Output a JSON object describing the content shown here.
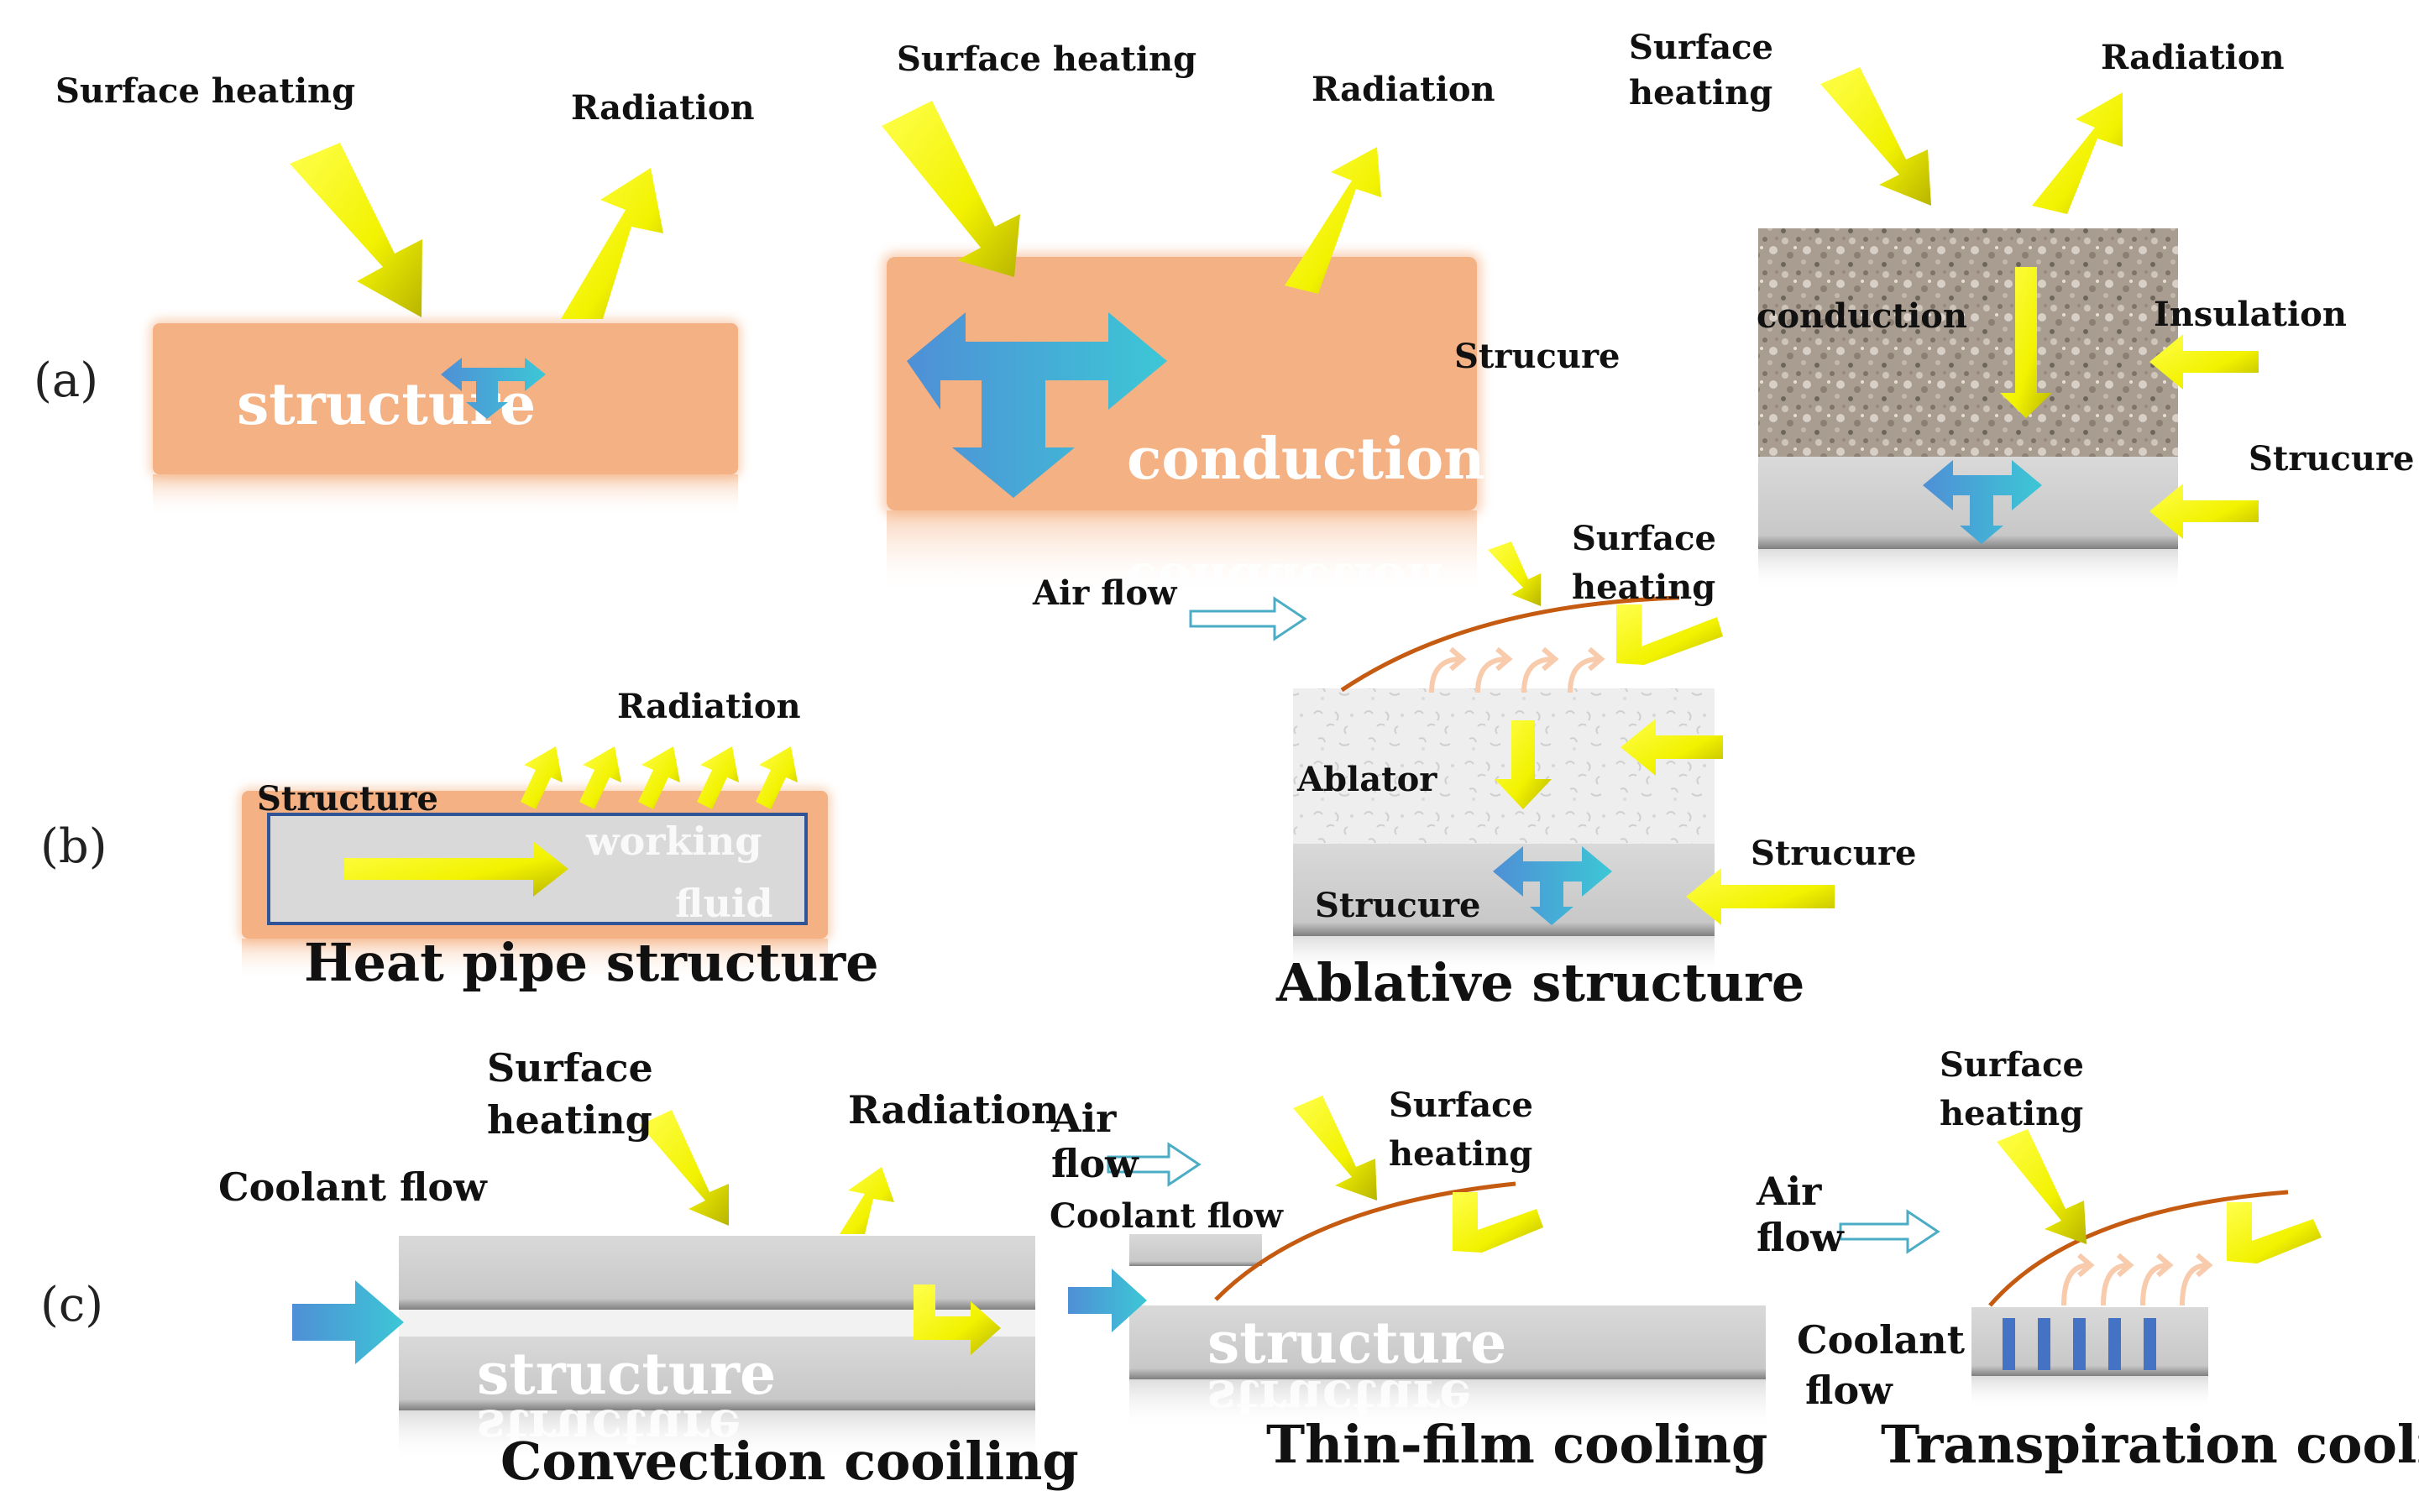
{
  "panel_labels": {
    "a": "(a)",
    "b": "(b)",
    "c": "(c)"
  },
  "a1": {
    "surface_heating": "Surface heating",
    "radiation": "Radiation",
    "structure": "structure"
  },
  "a2": {
    "surface_heating": "Surface heating",
    "radiation": "Radiation",
    "structure": "Strucure",
    "conduction": "conduction",
    "conduction_reflection": "conduction"
  },
  "a3": {
    "surface_heating_1": "Surface",
    "surface_heating_2": "heating",
    "radiation": "Radiation",
    "conduction": "conduction",
    "insulation": "Insulation",
    "structure": "Strucure"
  },
  "b1": {
    "radiation": "Radiation",
    "structure": "Structure",
    "working": "working",
    "fluid": "fluid",
    "title": "Heat pipe structure"
  },
  "b2": {
    "air_flow": "Air flow",
    "surface_heating_1": "Surface",
    "surface_heating_2": "heating",
    "ablator": "Ablator",
    "structure_inner": "Strucure",
    "structure_outer": "Strucure",
    "title": "Ablative structure"
  },
  "c1": {
    "surface_heating_1": "Surface",
    "surface_heating_2": "heating",
    "radiation": "Radiation",
    "coolant_flow": "Coolant  flow",
    "structure": "structure",
    "structure_reflection": "structure",
    "title": "Convection  cooiling"
  },
  "c2": {
    "air_1": "Air",
    "air_2": "flow",
    "coolant_flow": "Coolant  flow",
    "surface_heating_1": "Surface",
    "surface_heating_2": "heating",
    "structure": "structure",
    "structure_reflection": "structure",
    "title": "Thin-film cooling"
  },
  "c3": {
    "surface_heating_1": "Surface",
    "surface_heating_2": "heating",
    "air_1": "Air",
    "air_2": "flow",
    "coolant_1": "Coolant",
    "coolant_2": "flow",
    "title": "Transpiration cooling"
  },
  "colors": {
    "structure_orange": "#f4b183",
    "arrow_yellow": "#ffff00",
    "arrow_blue_start": "#4f8fd6",
    "arrow_blue_end": "#3cc7d6",
    "gray_structure": "#bfbfbf",
    "hot_gas_line": "#c55a11",
    "bubble_orange": "#f8cbad",
    "channel_blue": "#4472c4"
  }
}
